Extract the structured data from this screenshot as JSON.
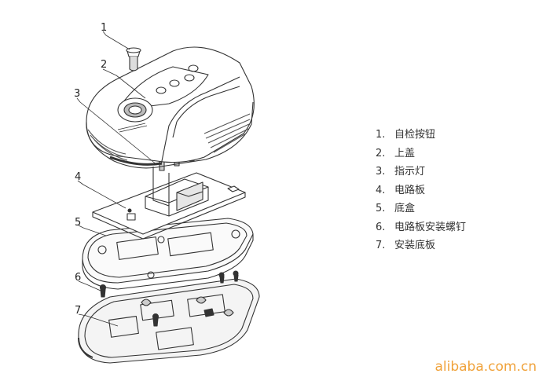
{
  "callouts": [
    "1",
    "2",
    "3",
    "4",
    "5",
    "6",
    "7"
  ],
  "legend": [
    {
      "num": "1.",
      "label": "自检按钮"
    },
    {
      "num": "2.",
      "label": "上盖"
    },
    {
      "num": "3.",
      "label": "指示灯"
    },
    {
      "num": "4.",
      "label": "电路板"
    },
    {
      "num": "5.",
      "label": "底盒"
    },
    {
      "num": "6.",
      "label": "电路板安装螺钉"
    },
    {
      "num": "7.",
      "label": "安装底板"
    }
  ],
  "watermark": "alibaba.com.cn",
  "colors": {
    "line": "#333333",
    "fill": "#ffffff",
    "shade": "#d9d9d9",
    "watermark": "#f0a23a"
  }
}
